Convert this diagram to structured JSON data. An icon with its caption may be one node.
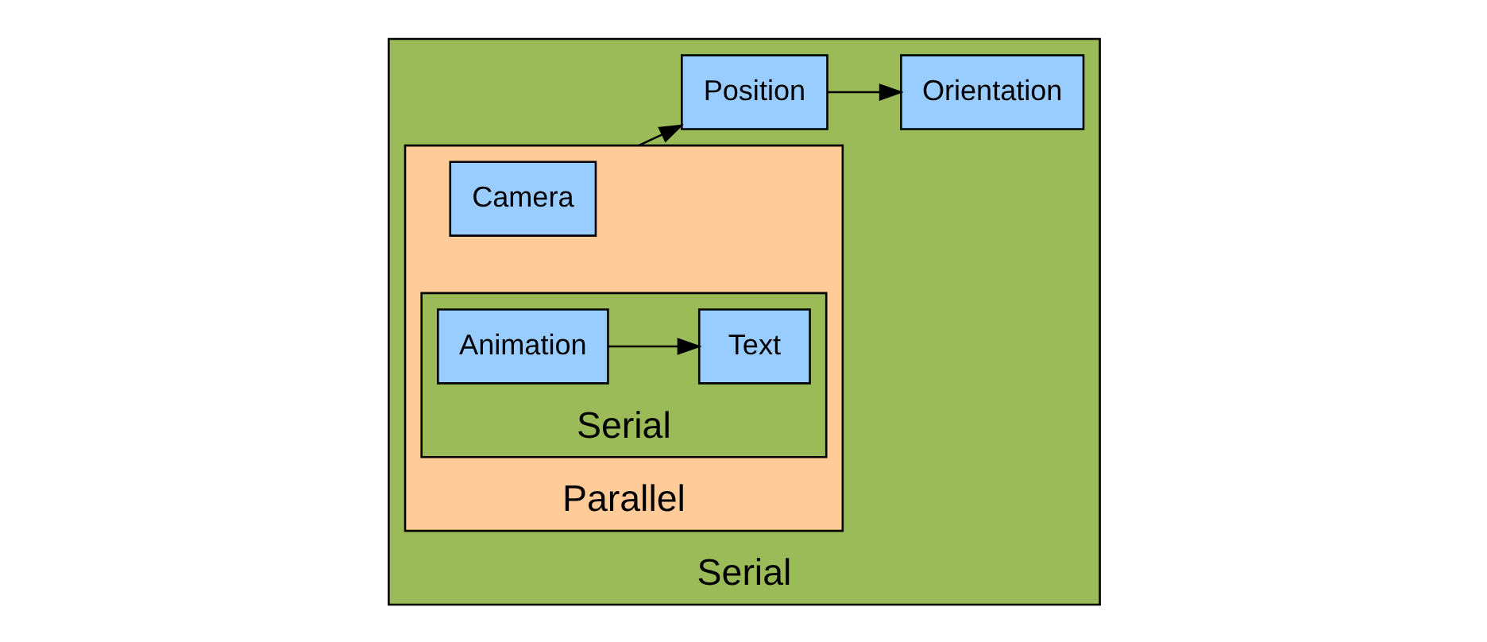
{
  "diagram": {
    "nodes": [
      {
        "text": [
          "Serial"
        ]
      },
      {
        "text": [
          "Parallel"
        ],
        "in": 0
      },
      {
        "text": [
          "Camera"
        ],
        "in": 1
      },
      {
        "text": [
          "Serial"
        ],
        "in": 1
      },
      {
        "text": [
          "Animation"
        ],
        "in": 3
      },
      {
        "text": [
          "Text"
        ],
        "in": 3
      },
      {
        "text": [
          "Position"
        ],
        "in": 0
      },
      {
        "text": [
          "Orientation"
        ],
        "in": 0
      }
    ],
    "edges": [
      {
        "from": 4,
        "to": 5,
        "arrow": "to"
      },
      {
        "from": 1,
        "to": 6,
        "arrow": "to"
      },
      {
        "from": 6,
        "to": 7,
        "arrow": "to"
      }
    ]
  }
}
